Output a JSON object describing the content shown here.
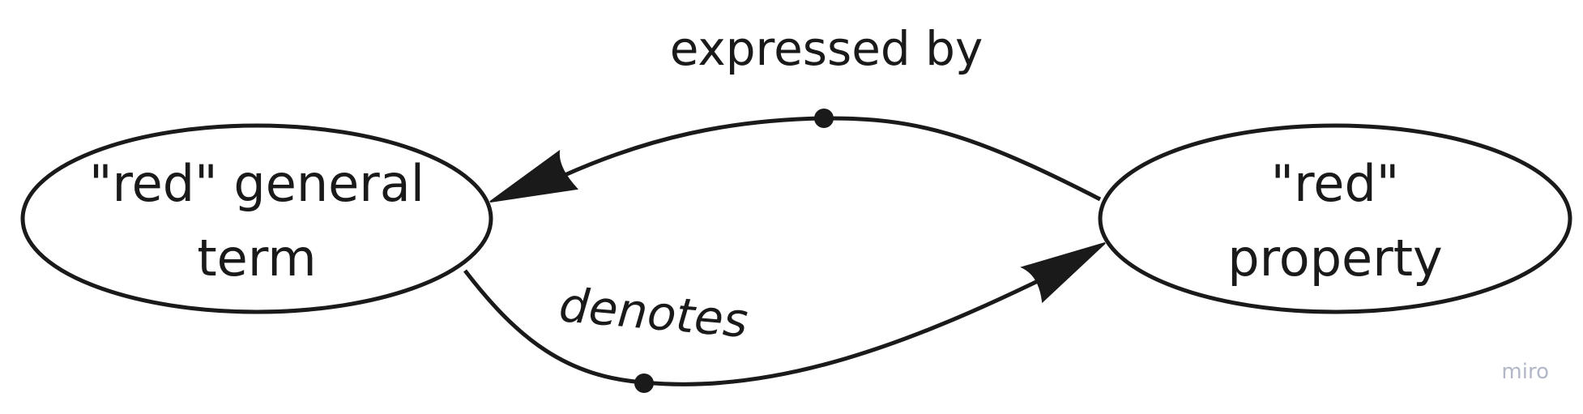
{
  "diagram": {
    "nodes": [
      {
        "id": "general-term",
        "lines": [
          "\"red\" general",
          "term"
        ]
      },
      {
        "id": "property",
        "lines": [
          "\"red\"",
          "property"
        ]
      }
    ],
    "edges": [
      {
        "id": "expressed-by",
        "label": "expressed by",
        "from": "property",
        "to": "general-term"
      },
      {
        "id": "denotes",
        "label": "denotes",
        "from": "general-term",
        "to": "property"
      }
    ]
  },
  "watermark": "miro",
  "colors": {
    "stroke": "#1a1a1a",
    "watermark": "#b3b8c8",
    "background": "#ffffff"
  }
}
